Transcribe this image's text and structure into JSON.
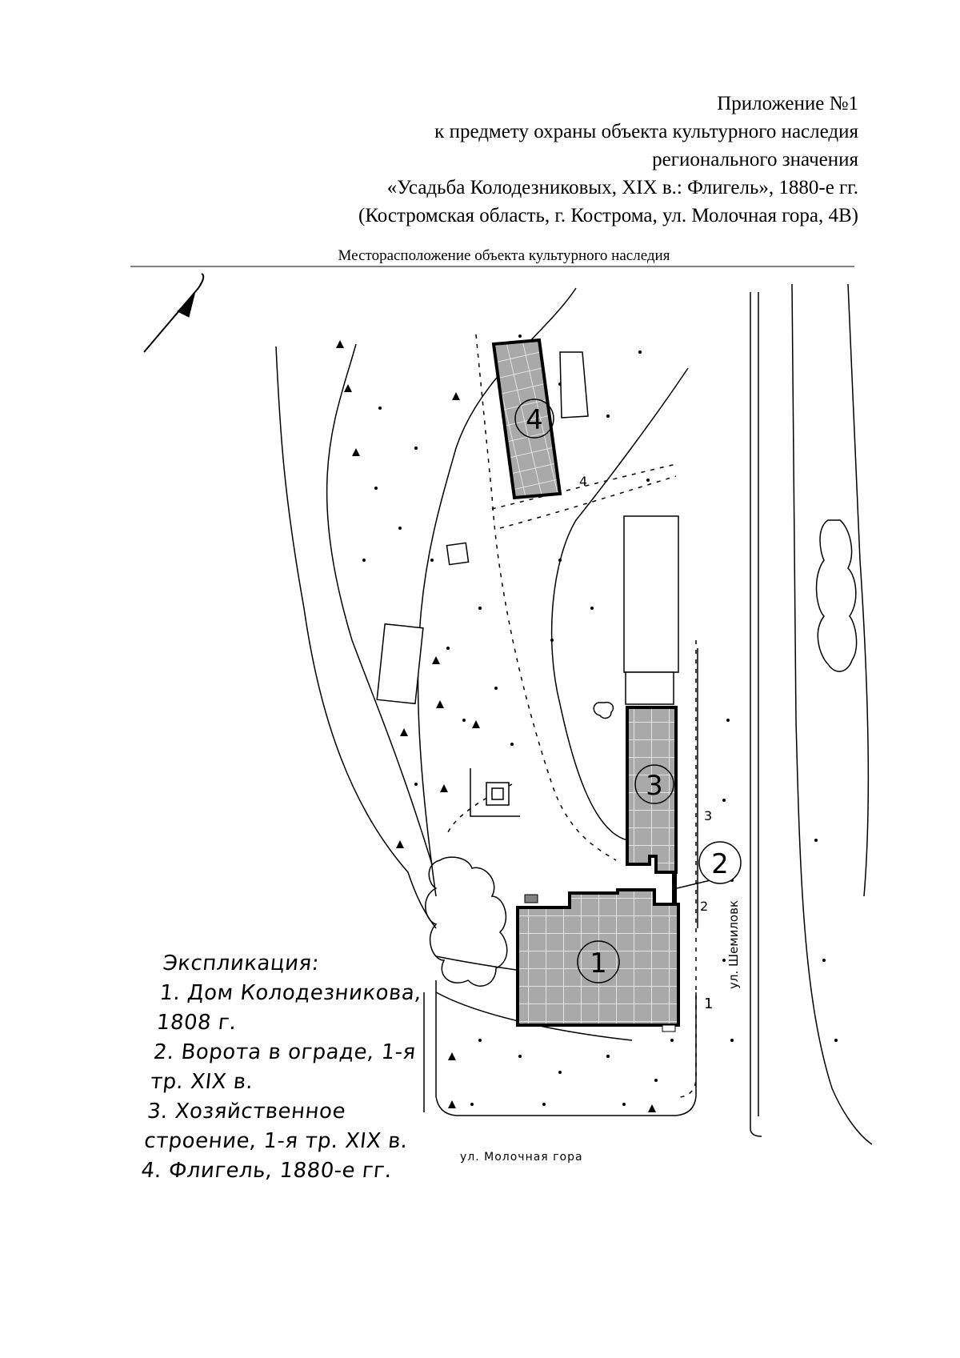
{
  "header": {
    "line1": "Приложение №1",
    "line2": "к предмету охраны объекта культурного наследия",
    "line3": "регионального значения",
    "line4": "«Усадьба Колодезниковых, XIX в.: Флигель», 1880-е гг.",
    "line5": "(Костромская область, г. Кострома, ул. Молочная гора, 4В)"
  },
  "subtitle": "Месторасположение объекта культурного наследия",
  "map": {
    "building_labels": [
      "1",
      "2",
      "3",
      "4"
    ],
    "small_labels": {
      "near_building4": "4",
      "near_building3": "3",
      "near_gate": "2",
      "near_street": "1"
    },
    "street_south": "ул. Молочная гора",
    "street_east": "ул. Шемиловк"
  },
  "legend": {
    "title": "Экспликация:",
    "lines": [
      "1. Дом Колодезникова,",
      "1808 г.",
      "2. Ворота в ограде, 1-я",
      "тр. XIX в.",
      "3. Хозяйственное",
      "строение, 1-я тр. XIX в.",
      "4. Флигель, 1880-е гг."
    ]
  },
  "colors": {
    "ink": "#000000",
    "building_fill": "#a9a9a9",
    "paper": "#ffffff"
  }
}
